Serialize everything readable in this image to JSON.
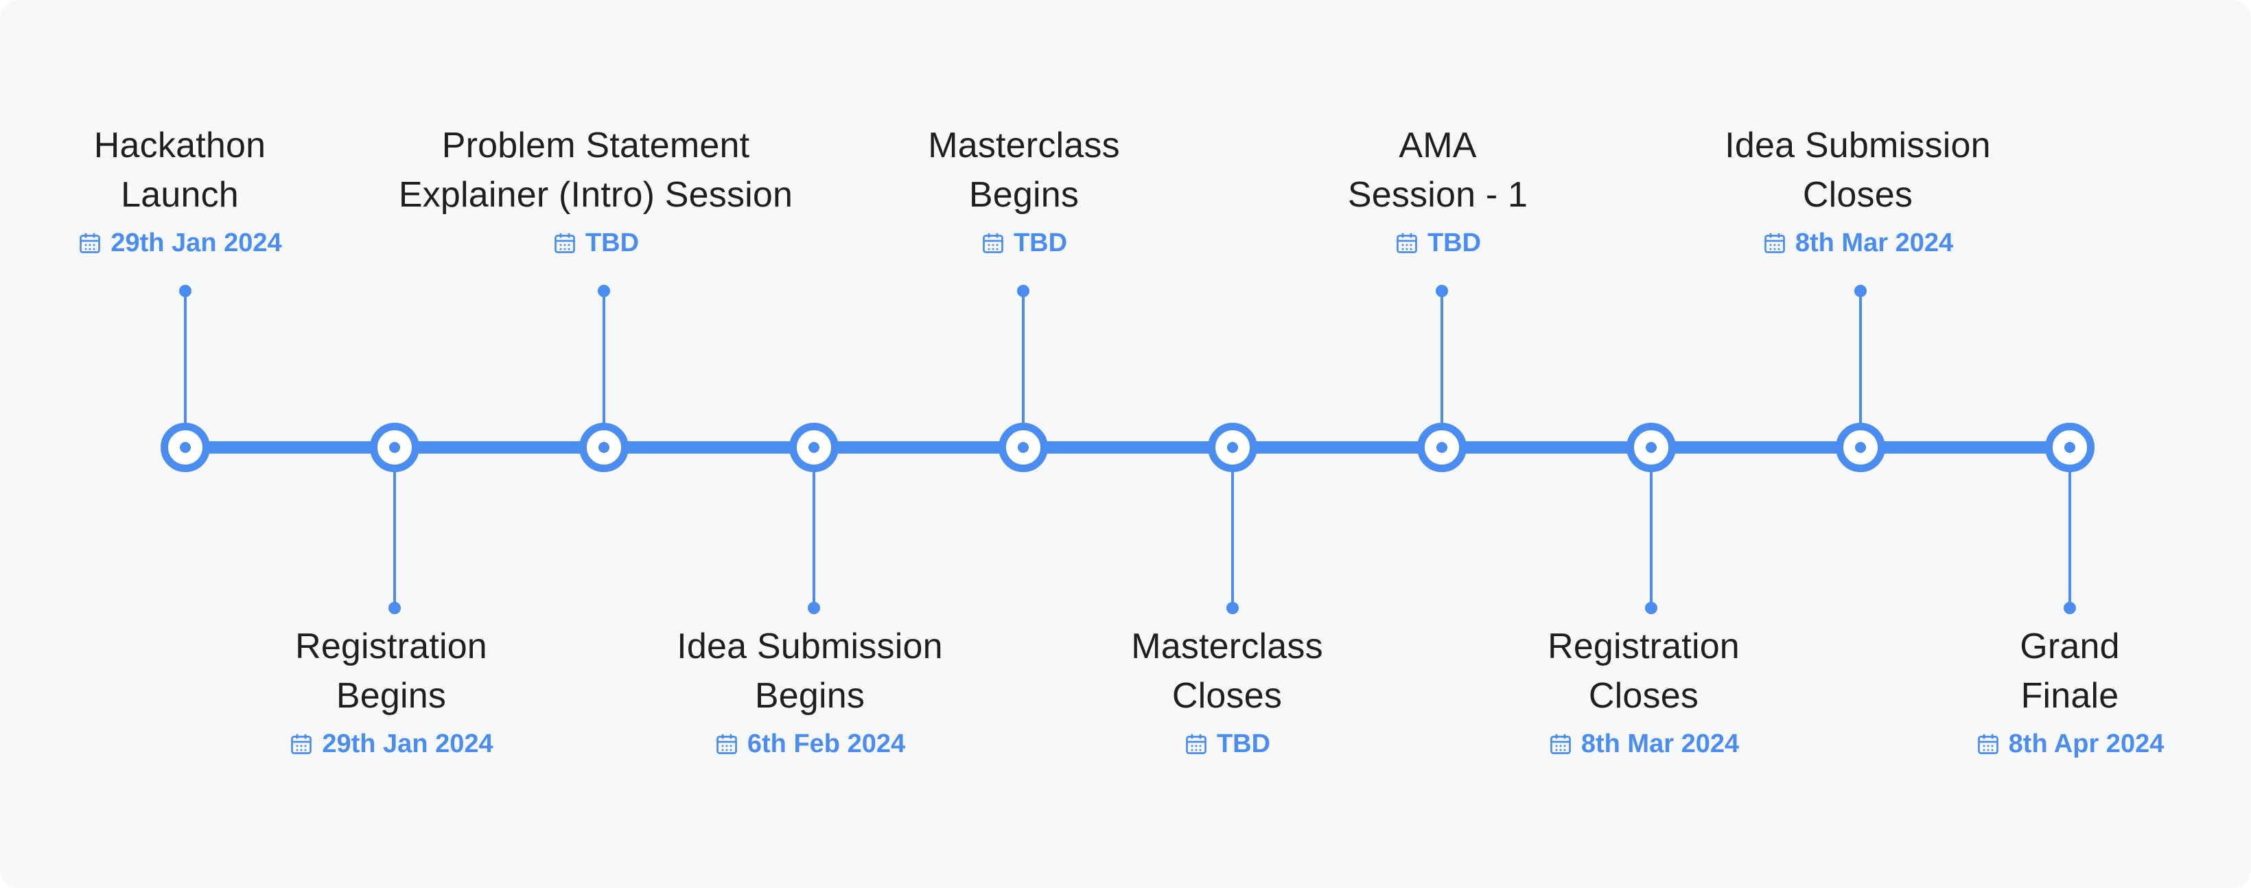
{
  "colors": {
    "accent": "#4a8cf0",
    "text": "#1f1f1f",
    "background": "#f7f8fa"
  },
  "date_icon": "calendar-icon",
  "milestones": [
    {
      "title": "Hackathon\nLaunch",
      "date": "29th Jan 2024",
      "position": "above"
    },
    {
      "title": "Registration\nBegins",
      "date": "29th Jan 2024",
      "position": "below"
    },
    {
      "title": "Problem Statement\nExplainer (Intro) Session",
      "date": "TBD",
      "position": "above"
    },
    {
      "title": "Idea Submission\nBegins",
      "date": "6th Feb 2024",
      "position": "below"
    },
    {
      "title": "Masterclass\nBegins",
      "date": "TBD",
      "position": "above"
    },
    {
      "title": "Masterclass\nCloses",
      "date": "TBD",
      "position": "below"
    },
    {
      "title": "AMA\nSession - 1",
      "date": "TBD",
      "position": "above"
    },
    {
      "title": "Registration\nCloses",
      "date": "8th Mar 2024",
      "position": "below"
    },
    {
      "title": "Idea Submission\nCloses",
      "date": "8th Mar 2024",
      "position": "above"
    },
    {
      "title": "Grand\nFinale",
      "date": "8th Apr 2024",
      "position": "below"
    }
  ]
}
